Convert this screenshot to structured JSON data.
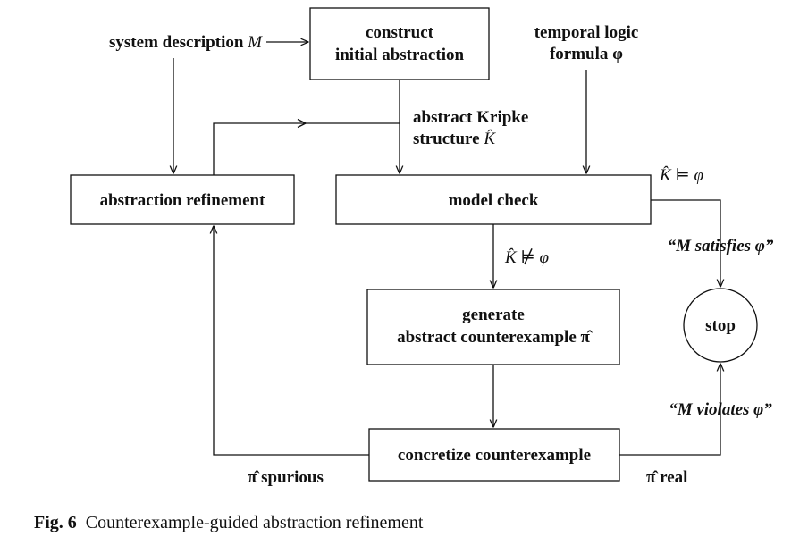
{
  "nodes": {
    "construct": [
      "construct",
      "initial abstraction"
    ],
    "refinement": "abstraction refinement",
    "model_check": "model check",
    "generate": [
      "generate",
      "abstract counterexample π̂"
    ],
    "concretize": "concretize counterexample",
    "stop": "stop"
  },
  "inputs": {
    "system_description": "system description",
    "system_symbol": "M",
    "temporal_logic": [
      "temporal logic",
      "formula φ"
    ]
  },
  "edges": {
    "kripke": [
      "abstract Kripke",
      "structure"
    ],
    "kripke_symbol": "K̂",
    "satisfied": "K̂ ⊨ φ",
    "not_satisfied": "K̂ ⊭ φ",
    "m_satisfies": "“M satisfies φ”",
    "m_violates": "“M violates φ”",
    "spurious": "π̂ spurious",
    "real": "π̂ real"
  },
  "caption": {
    "number": "Fig. 6",
    "text": "Counterexample-guided abstraction refinement"
  }
}
